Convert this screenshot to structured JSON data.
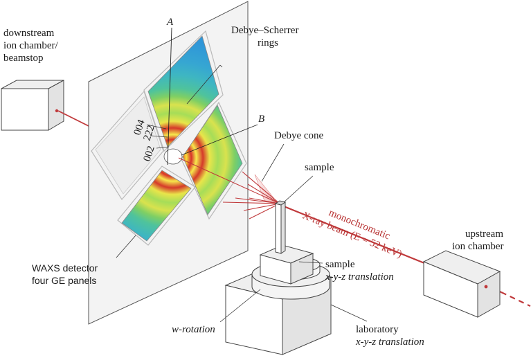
{
  "labels": {
    "downstream": [
      "downstream",
      "ion chamber/",
      "beamstop"
    ],
    "rings": [
      "Debye–Scherrer",
      "rings"
    ],
    "marker_a": "A",
    "marker_b": "B",
    "debye_cone": "Debye cone",
    "sample": "sample",
    "beam": [
      "monochromatic",
      "X-ray beam (E = 52 keV)"
    ],
    "upstream": [
      "upstream",
      "ion chamber"
    ],
    "sample_translation": [
      "sample",
      "x-y-z translation"
    ],
    "waxs": [
      "WAXS detector",
      "four GE panels"
    ],
    "w_rotation": "w-rotation",
    "lab_translation": [
      "laboratory",
      "x-y-z translation"
    ],
    "ring_004": "004",
    "ring_222": "222",
    "ring_002": "002"
  },
  "colors": {
    "beam": "#c0393b",
    "panel_blue": "#2f8fd6",
    "ring_green": "#7fcf5a",
    "ring_yellow": "#f2e23a",
    "ring_red": "#d8322a",
    "plate": "#f2f2f2",
    "box_front": "#ffffff",
    "box_side": "#e3e3e3",
    "box_top": "#efefef"
  }
}
